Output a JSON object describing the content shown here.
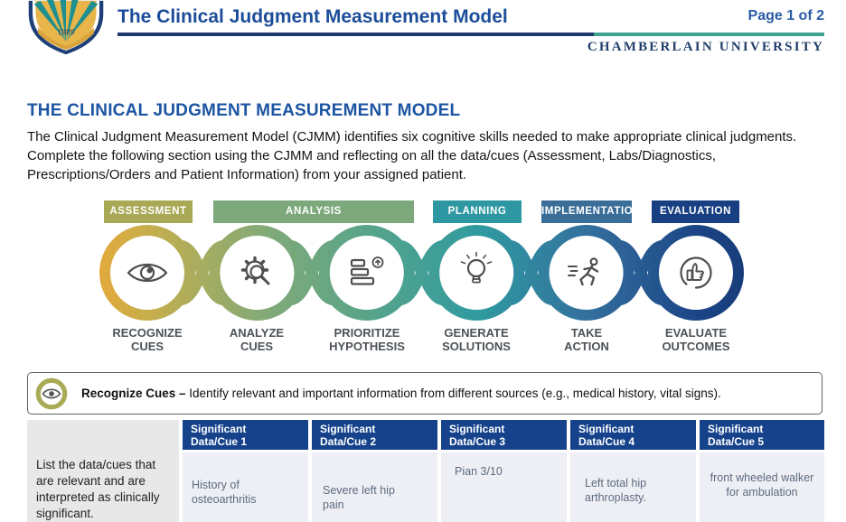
{
  "header": {
    "logo_year": "1889",
    "title": "The Clinical Judgment Measurement Model",
    "page_label": "Page 1 of 2",
    "wordmark": "CHAMBERLAIN UNIVERSITY",
    "colors": {
      "title": "#1c4d9a",
      "page_label": "#2a5ba6",
      "rule_left": "#1b3a6b",
      "rule_right": "#3fa38f",
      "wordmark": "#22406b"
    }
  },
  "main": {
    "heading": "THE CLINICAL JUDGMENT MEASUREMENT MODEL",
    "heading_color": "#1c55a2",
    "intro": "The Clinical Judgment Measurement Model (CJMM) identifies six cognitive skills needed to make appropriate clinical judgments. Complete the following section using the CJMM and reflecting on all the data/cues (Assessment, Labs/Diagnostics, Prescriptions/Orders and Patient Information) from your assigned patient."
  },
  "cjmm": {
    "phases": [
      {
        "label": "ASSESSMENT",
        "color": "#a8a855"
      },
      {
        "label": "ANALYSIS",
        "color": "#7ca87b"
      },
      {
        "label": "PLANNING",
        "color": "#2e98a2"
      },
      {
        "label": "IMPLEMENTATION",
        "color": "#3a6e99"
      },
      {
        "label": "EVALUATION",
        "color": "#173f81"
      }
    ],
    "steps": [
      {
        "label": "RECOGNIZE\nCUES",
        "icon": "eye-icon"
      },
      {
        "label": "ANALYZE\nCUES",
        "icon": "gear-magnifier-icon"
      },
      {
        "label": "PRIORITIZE\nHYPOTHESIS",
        "icon": "priority-bars-icon"
      },
      {
        "label": "GENERATE\nSOLUTIONS",
        "icon": "lightbulb-icon"
      },
      {
        "label": "TAKE\nACTION",
        "icon": "runner-icon"
      },
      {
        "label": "EVALUATE\nOUTCOMES",
        "icon": "thumbs-up-icon"
      }
    ],
    "ribbon_gradient": [
      "#e2a93c",
      "#c9ae4a",
      "#84aa76",
      "#57a48a",
      "#2f9aa0",
      "#336f9d",
      "#1b4486",
      "#173c7a"
    ]
  },
  "banner": {
    "title": "Recognize Cues – ",
    "description": "Identify relevant and important information from different sources (e.g., medical history, vital signs).",
    "ring_color": "#a9aa56"
  },
  "table": {
    "header_bg": "#15428b",
    "row_label": "List the data/cues that are relevant and are interpreted as clinically significant.",
    "columns": [
      "Significant\nData/Cue 1",
      "Significant\nData/Cue 2",
      "Significant\nData/Cue 3",
      "Significant\nData/Cue 4",
      "Significant\nData/Cue 5"
    ],
    "cells": [
      "History of osteoarthritis",
      "Severe left hip pain",
      "Pian 3/10",
      "Left total hip arthroplasty.",
      "front wheeled walker for ambulation"
    ]
  }
}
